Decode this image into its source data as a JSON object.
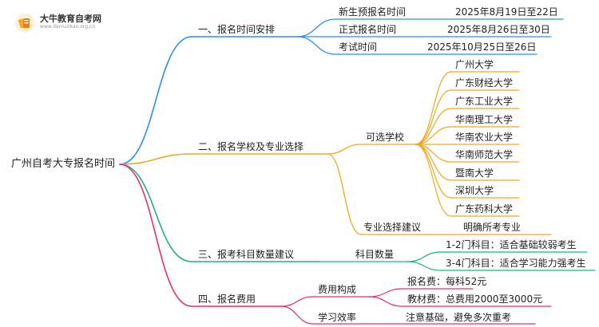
{
  "brand": {
    "name": "大牛教育自考网",
    "url": "www.daniuzikao.org.cn"
  },
  "root": "广州自考大专报名时间",
  "branches": [
    {
      "label": "一、报名时间安排",
      "color": "#2f8fe6",
      "rows": [
        {
          "label": "新生预报名时间",
          "value": "2025年8月19日至22日"
        },
        {
          "label": "正式报名时间",
          "value": "2025年8月26日至30日"
        },
        {
          "label": "考试时间",
          "value": "2025年10月25日至26日"
        }
      ]
    },
    {
      "label": "二、报名学校及专业选择",
      "color": "#f0a820",
      "groups": [
        {
          "label": "可选学校",
          "items": [
            "广州大学",
            "广东财经大学",
            "广东工业大学",
            "华南理工大学",
            "华南农业大学",
            "华南师范大学",
            "暨南大学",
            "深圳大学",
            "广东药科大学"
          ]
        },
        {
          "label": "专业选择建议",
          "items": [
            "明确所考专业"
          ]
        }
      ]
    },
    {
      "label": "三、报考科目数量建议",
      "color": "#20b27a",
      "groups": [
        {
          "label": "科目数量",
          "items": [
            "1-2门科目：适合基础较弱考生",
            "3-4门科目：适合学习能力强考生"
          ]
        }
      ]
    },
    {
      "label": "四、报名费用",
      "color": "#ee2a77",
      "groups": [
        {
          "label": "费用构成",
          "items": [
            "报名费：每科52元",
            "教材费：总费用2000至3000元"
          ]
        },
        {
          "label": "学习效率",
          "items": [
            "注意基础，避免多次重考"
          ]
        }
      ]
    }
  ]
}
